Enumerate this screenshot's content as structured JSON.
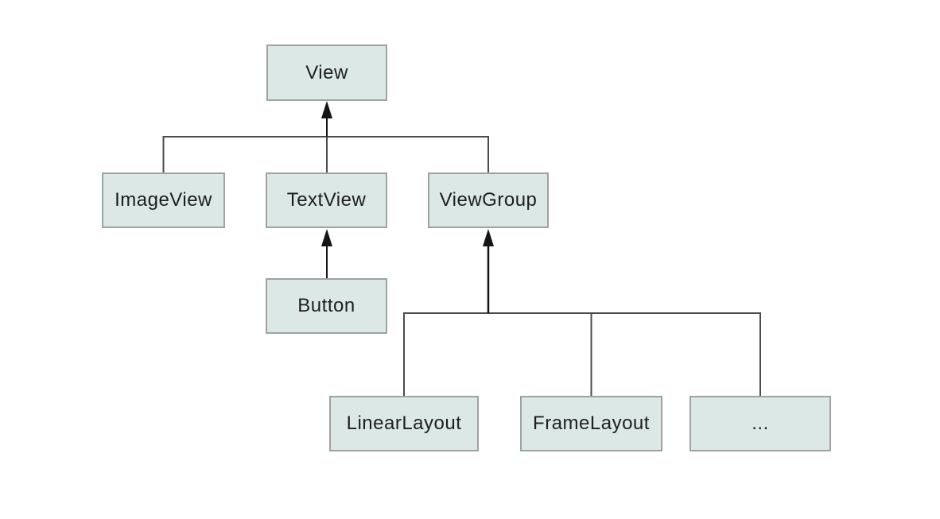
{
  "diagram": {
    "type": "class-inheritance-tree",
    "nodes": {
      "view": {
        "label": "View"
      },
      "imageview": {
        "label": "ImageView"
      },
      "textview": {
        "label": "TextView"
      },
      "viewgroup": {
        "label": "ViewGroup"
      },
      "button": {
        "label": "Button"
      },
      "linearlayout": {
        "label": "LinearLayout"
      },
      "framelayout": {
        "label": "FrameLayout"
      },
      "more": {
        "label": "..."
      }
    },
    "edges": [
      {
        "from": "ImageView",
        "to": "View",
        "relation": "inherits"
      },
      {
        "from": "TextView",
        "to": "View",
        "relation": "inherits"
      },
      {
        "from": "ViewGroup",
        "to": "View",
        "relation": "inherits"
      },
      {
        "from": "Button",
        "to": "TextView",
        "relation": "inherits"
      },
      {
        "from": "LinearLayout",
        "to": "ViewGroup",
        "relation": "inherits"
      },
      {
        "from": "FrameLayout",
        "to": "ViewGroup",
        "relation": "inherits"
      },
      {
        "from": "...",
        "to": "ViewGroup",
        "relation": "inherits"
      }
    ],
    "colors": {
      "bg": "#ffffff",
      "box-fill": "#dbe8e6",
      "box-border": "#9da3a3",
      "line": "#4b4b4b",
      "arrow": "#151515",
      "text": "#1e1e1e"
    }
  }
}
